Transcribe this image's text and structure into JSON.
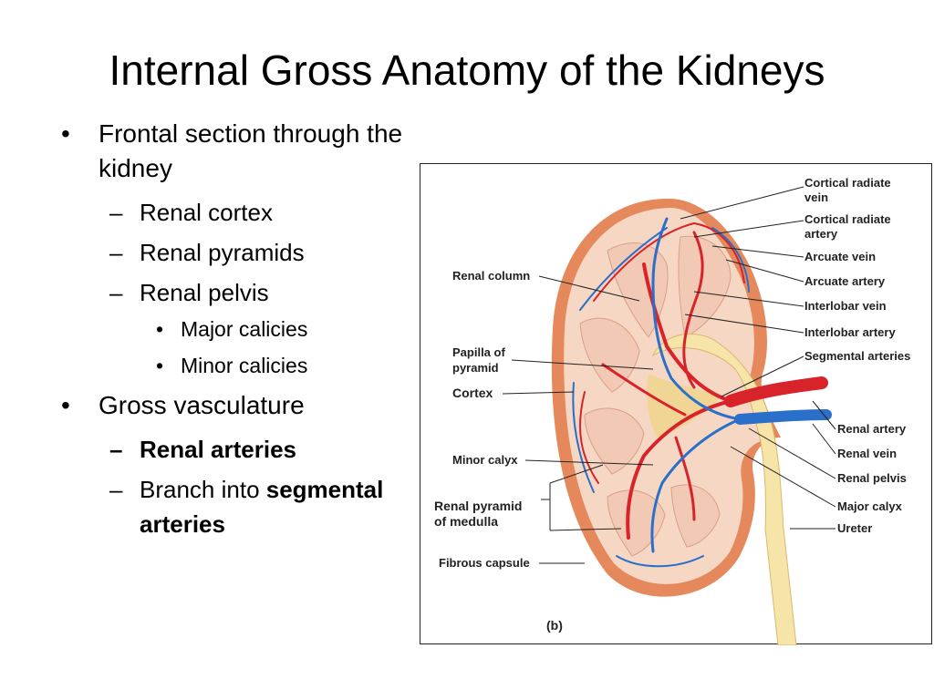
{
  "slide": {
    "title": "Internal Gross Anatomy of the Kidneys",
    "bullets": {
      "frontal_section": "Frontal section through the kidney",
      "renal_cortex": "Renal cortex",
      "renal_pyramids": "Renal pyramids",
      "renal_pelvis": "Renal pelvis",
      "major_calicies": "Major calicies",
      "minor_calicies": "Minor calicies",
      "gross_vasculature": "Gross vasculature",
      "renal_arteries": "Renal arteries",
      "branch_into": "Branch into ",
      "segmental_arteries": "segmental arteries"
    }
  },
  "figure": {
    "panel_label": "(b)",
    "labels": {
      "cortical_radiate_vein_1": "Cortical radiate",
      "cortical_radiate_vein_2": "vein",
      "cortical_radiate_artery_1": "Cortical radiate",
      "cortical_radiate_artery_2": "artery",
      "arcuate_vein": "Arcuate vein",
      "arcuate_artery": "Arcuate artery",
      "interlobar_vein": "Interlobar vein",
      "interlobar_artery": "Interlobar artery",
      "segmental_arteries": "Segmental arteries",
      "renal_artery": "Renal artery",
      "renal_vein": "Renal vein",
      "renal_pelvis": "Renal pelvis",
      "major_calyx": "Major calyx",
      "ureter": "Ureter",
      "renal_column": "Renal column",
      "papilla_1": "Papilla of",
      "papilla_2": "pyramid",
      "cortex": "Cortex",
      "minor_calyx": "Minor calyx",
      "renal_pyramid_1": "Renal pyramid",
      "renal_pyramid_2": "of medulla",
      "fibrous_capsule": "Fibrous capsule"
    },
    "colors": {
      "artery": "#d8232a",
      "vein": "#2a6fc9",
      "cortex": "#f6d7c4",
      "pyramid": "#f2c9b4",
      "pelvis": "#f7e4a8",
      "capsule": "#e0743f"
    }
  }
}
